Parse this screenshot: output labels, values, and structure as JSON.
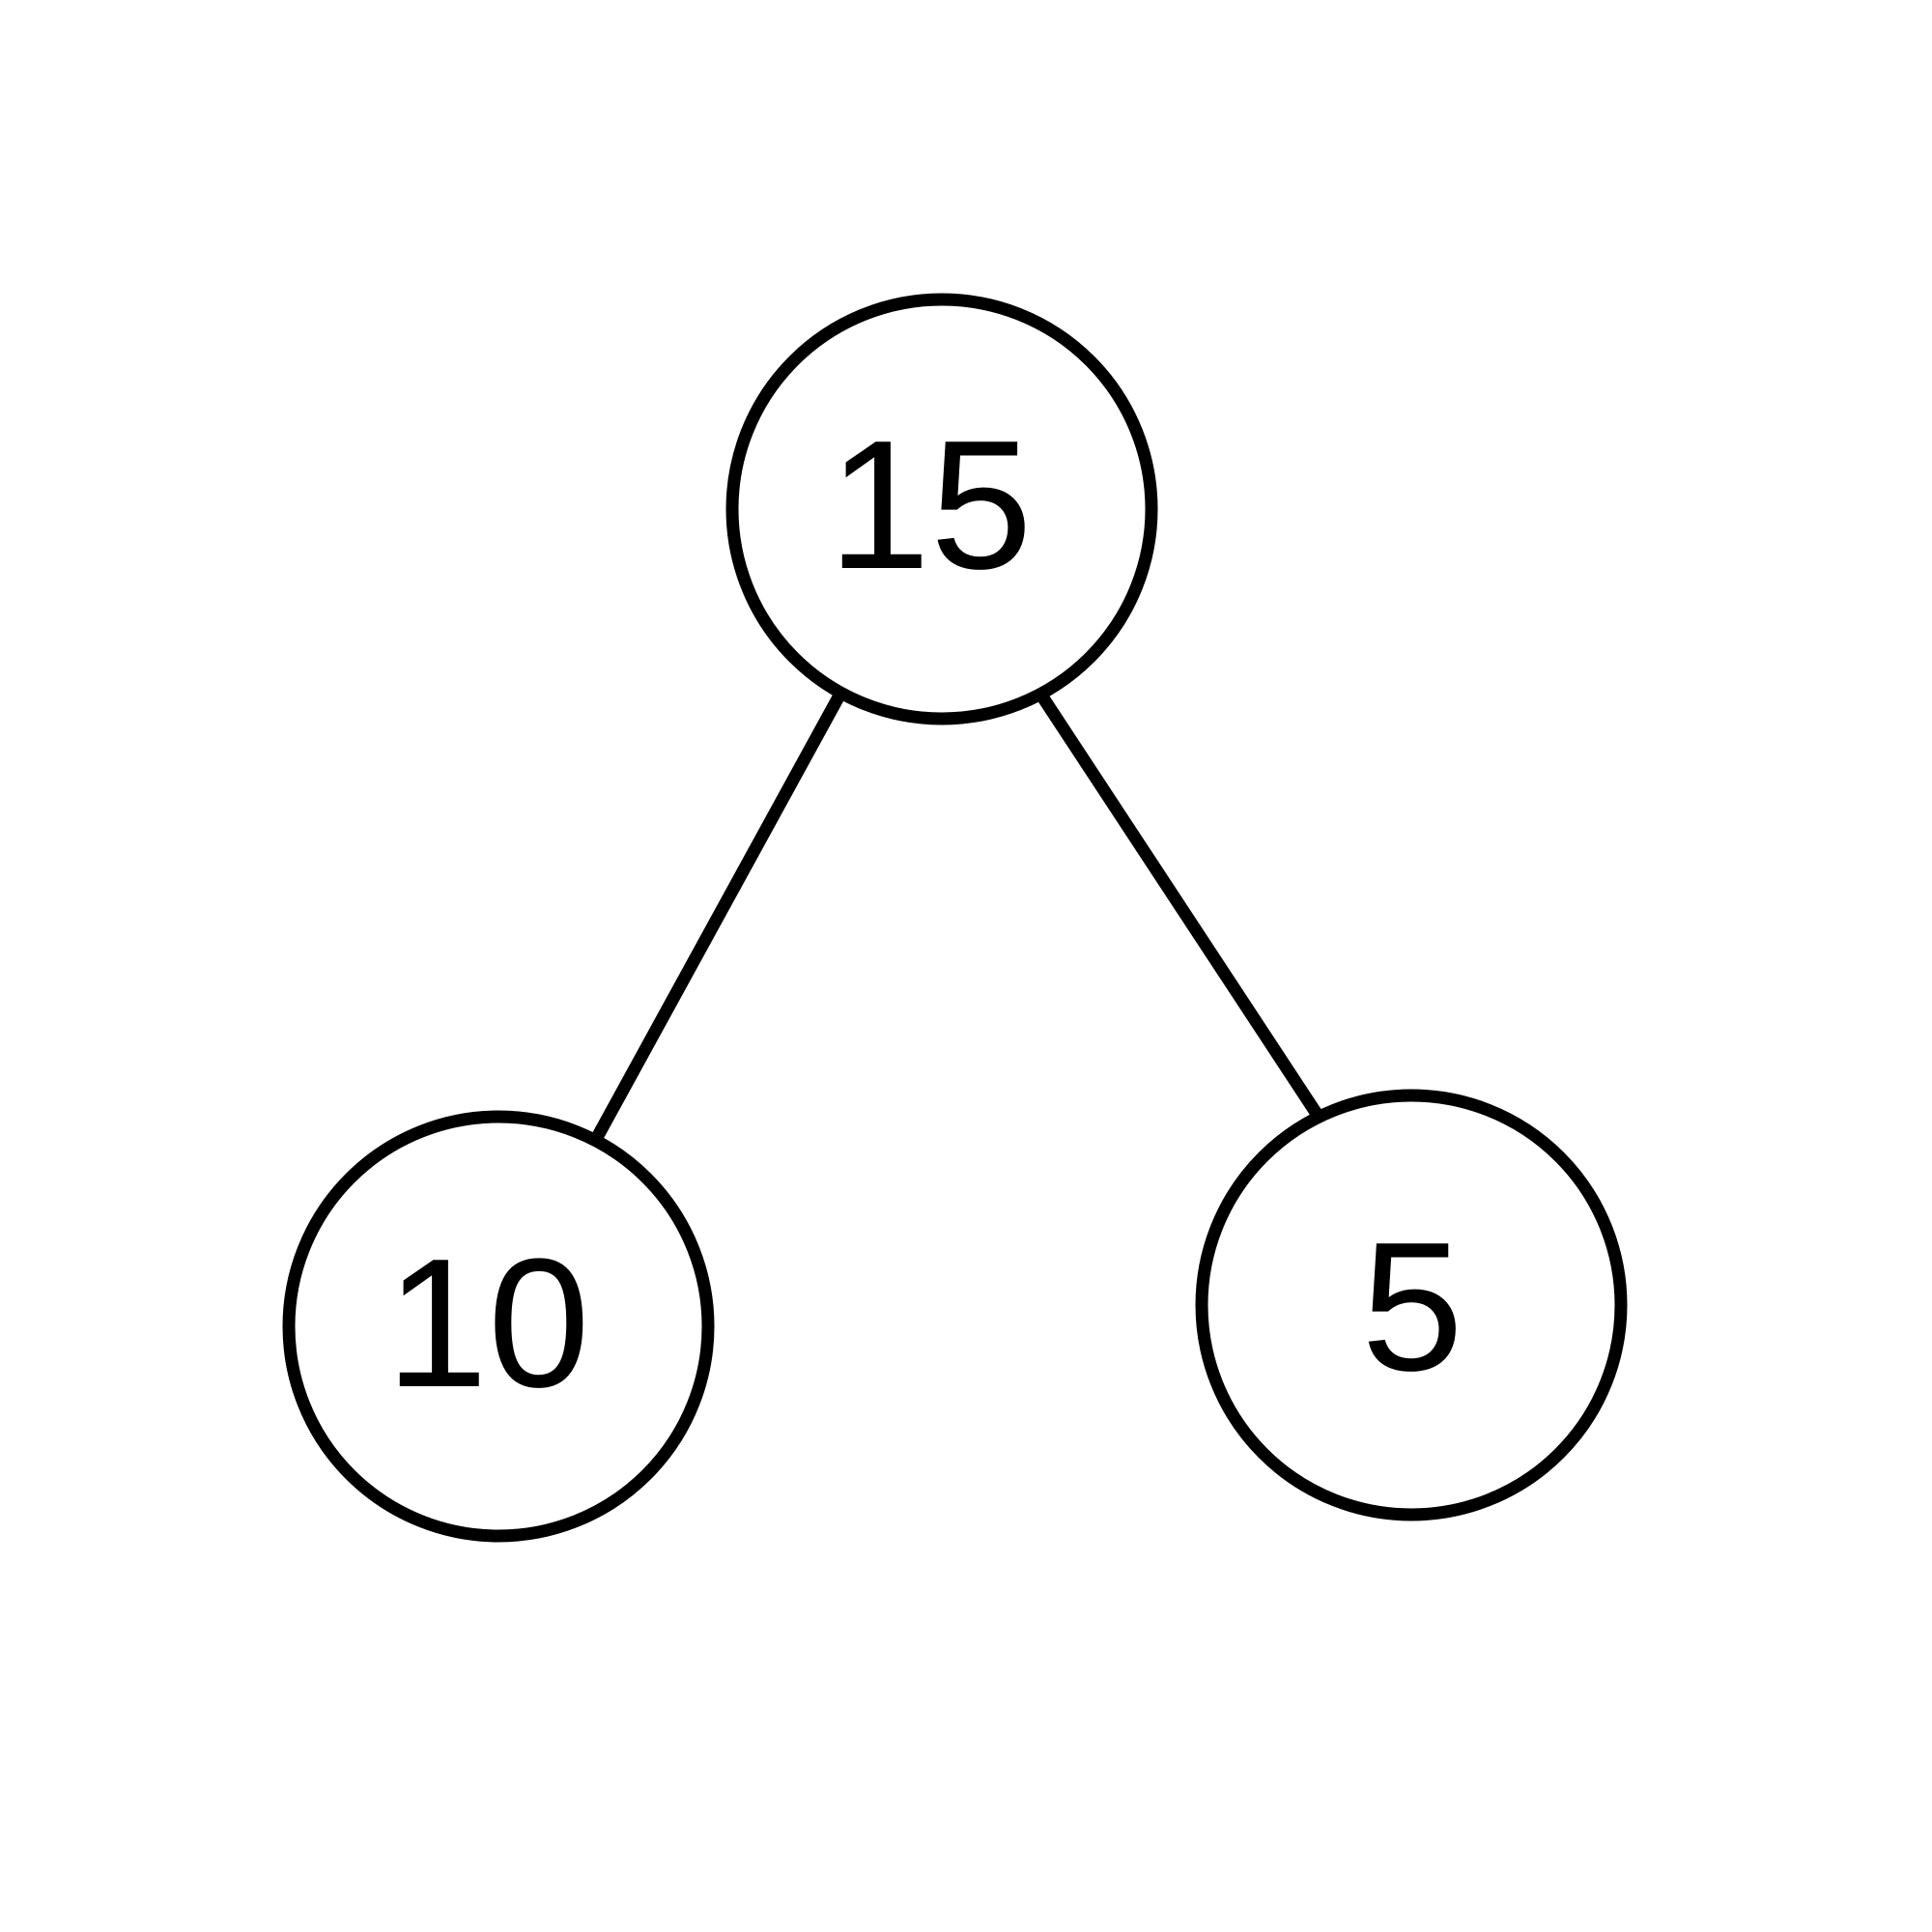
{
  "tree": {
    "nodes": [
      {
        "id": "root",
        "label": "15"
      },
      {
        "id": "left",
        "label": "10"
      },
      {
        "id": "right",
        "label": "5"
      }
    ],
    "edges": [
      {
        "from": "root",
        "to": "left"
      },
      {
        "from": "root",
        "to": "right"
      }
    ]
  }
}
